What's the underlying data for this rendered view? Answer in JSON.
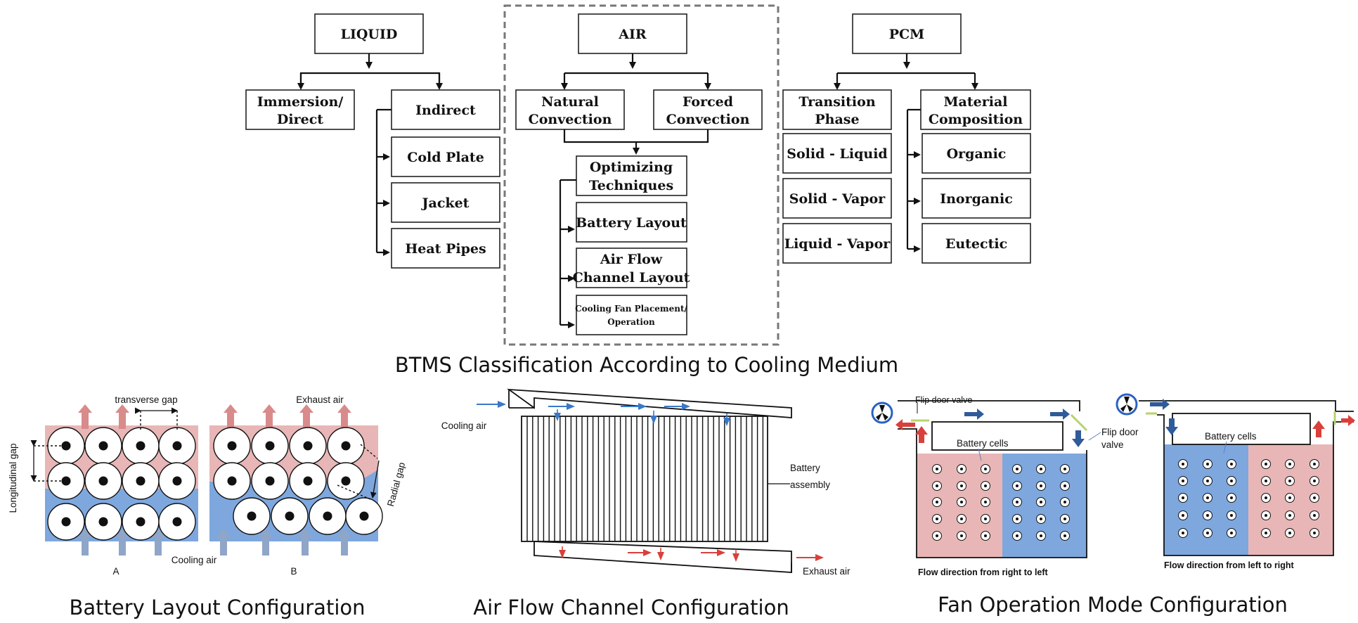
{
  "top": {
    "liquid": {
      "title": "LIQUID",
      "immersion_line1": "Immersion/",
      "immersion_line2": "Direct",
      "indirect": "Indirect",
      "children": [
        "Cold Plate",
        "Jacket",
        "Heat Pipes"
      ]
    },
    "air": {
      "title": "AIR",
      "natural_line1": "Natural",
      "natural_line2": "Convection",
      "forced_line1": "Forced",
      "forced_line2": "Convection",
      "optimizing_line1": "Optimizing",
      "optimizing_line2": "Techniques",
      "battery_layout": "Battery Layout",
      "airflow_line1": "Air Flow",
      "airflow_line2": "Channel Layout",
      "fan_line1": "Cooling Fan Placement/",
      "fan_line2": "Operation"
    },
    "pcm": {
      "title": "PCM",
      "transition_line1": "Transition",
      "transition_line2": "Phase",
      "material_line1": "Material",
      "material_line2": "Composition",
      "phases": [
        "Solid - Liquid",
        "Solid - Vapor",
        "Liquid - Vapor"
      ],
      "materials": [
        "Organic",
        "Inorganic",
        "Eutectic"
      ]
    },
    "caption": "BTMS Classification According to Cooling Medium"
  },
  "battery_layout": {
    "transverse_gap": "transverse gap",
    "exhaust_air": "Exhaust air",
    "longitudinal_gap": "Longitudinal gap",
    "radial_gap": "Radial gap",
    "cooling_air": "Cooling air",
    "label_a": "A",
    "label_b": "B",
    "caption": "Battery Layout Configuration"
  },
  "air_flow": {
    "cooling_air": "Cooling air",
    "battery_line1": "Battery",
    "battery_line2": "assembly",
    "exhaust_air": "Exhaust air",
    "caption": "Air Flow Channel Configuration"
  },
  "fan_mode": {
    "flip_door_valve": "Flip door valve",
    "flip_door": "Flip door",
    "valve": "valve",
    "battery_cells": "Battery cells",
    "flow_rl": "Flow direction from right to left",
    "flow_lr": "Flow direction from left to right",
    "caption": "Fan Operation Mode Configuration"
  },
  "colors": {
    "pink": "#e8b6b6",
    "blue": "#7ea7de",
    "arrow_red": "#d9403b",
    "arrow_blue": "#2f5b9a",
    "dashed_border": "#777777"
  }
}
